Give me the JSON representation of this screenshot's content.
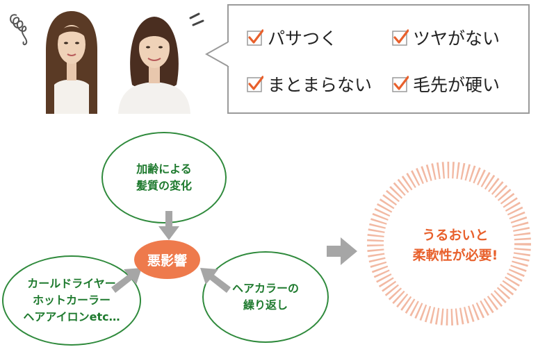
{
  "checklist": {
    "items": [
      {
        "label": "パサつく",
        "checked": true
      },
      {
        "label": "ツヤがない",
        "checked": true
      },
      {
        "label": "まとまらない",
        "checked": true
      },
      {
        "label": "毛先が硬い",
        "checked": true
      }
    ],
    "check_color": "#e8602c",
    "box_color": "#9a9a9a"
  },
  "diagram": {
    "causes": [
      {
        "text": "加齢による\n髪質の変化"
      },
      {
        "text": "カールドライヤー\nホットカーラー\nヘアアイロンetc…"
      },
      {
        "text": "ヘアカラーの\n繰り返し"
      }
    ],
    "center": "悪影響",
    "result": "うるおいと\n柔軟性が必要!",
    "colors": {
      "ellipse_border": "#2f8a3c",
      "ellipse_text": "#1e7a2e",
      "center_fill": "#ee7a4c",
      "result_text": "#e8602c",
      "arrow": "#a6a6a6"
    }
  },
  "icons": [
    "frustration-scribble-icon",
    "sweat-drop-icon",
    "checkmark-icon",
    "arrow-right-icon"
  ]
}
